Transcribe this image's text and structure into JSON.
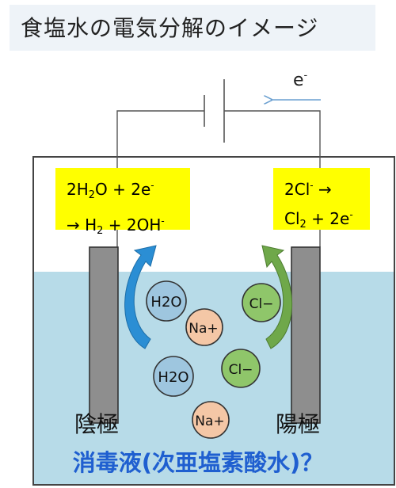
{
  "title": "食塩水の電気分解のイメージ",
  "electron_label": {
    "base": "e",
    "sup": "-"
  },
  "cathode_reaction": {
    "line1": {
      "a": "2H",
      "a_sub": "2",
      "b": "O + 2e",
      "b_sup": "-"
    },
    "line2": {
      "a": "→ H",
      "a_sub": "2",
      "b": " + 2OH",
      "b_sup": "-"
    }
  },
  "anode_reaction": {
    "line1": {
      "a": "2Cl",
      "a_sup": "-",
      "b": " →"
    },
    "line2": {
      "a": "Cl",
      "a_sub": "2",
      "b": " + 2e",
      "b_sup": "-"
    }
  },
  "cathode_label": "陰極",
  "anode_label": "陽極",
  "bottom_question": "消毒液(次亜塩素酸水)？",
  "particles": {
    "h2o_1": "H2O",
    "h2o_2": "H2O",
    "na_1": "Na+",
    "na_2": "Na+",
    "cl_1": "Cl−",
    "cl_2": "Cl−"
  },
  "colors": {
    "water": "#b7dbe8",
    "electrode": "#8e8e8e",
    "label_box": "#ffff00",
    "h2o_fill": "#9ec6df",
    "na_fill": "#f4c7a6",
    "cl_fill": "#8fc66a",
    "arrow_blue": "#2b8ed4",
    "arrow_green": "#6fa84a",
    "question_text": "#1f5fd0"
  }
}
